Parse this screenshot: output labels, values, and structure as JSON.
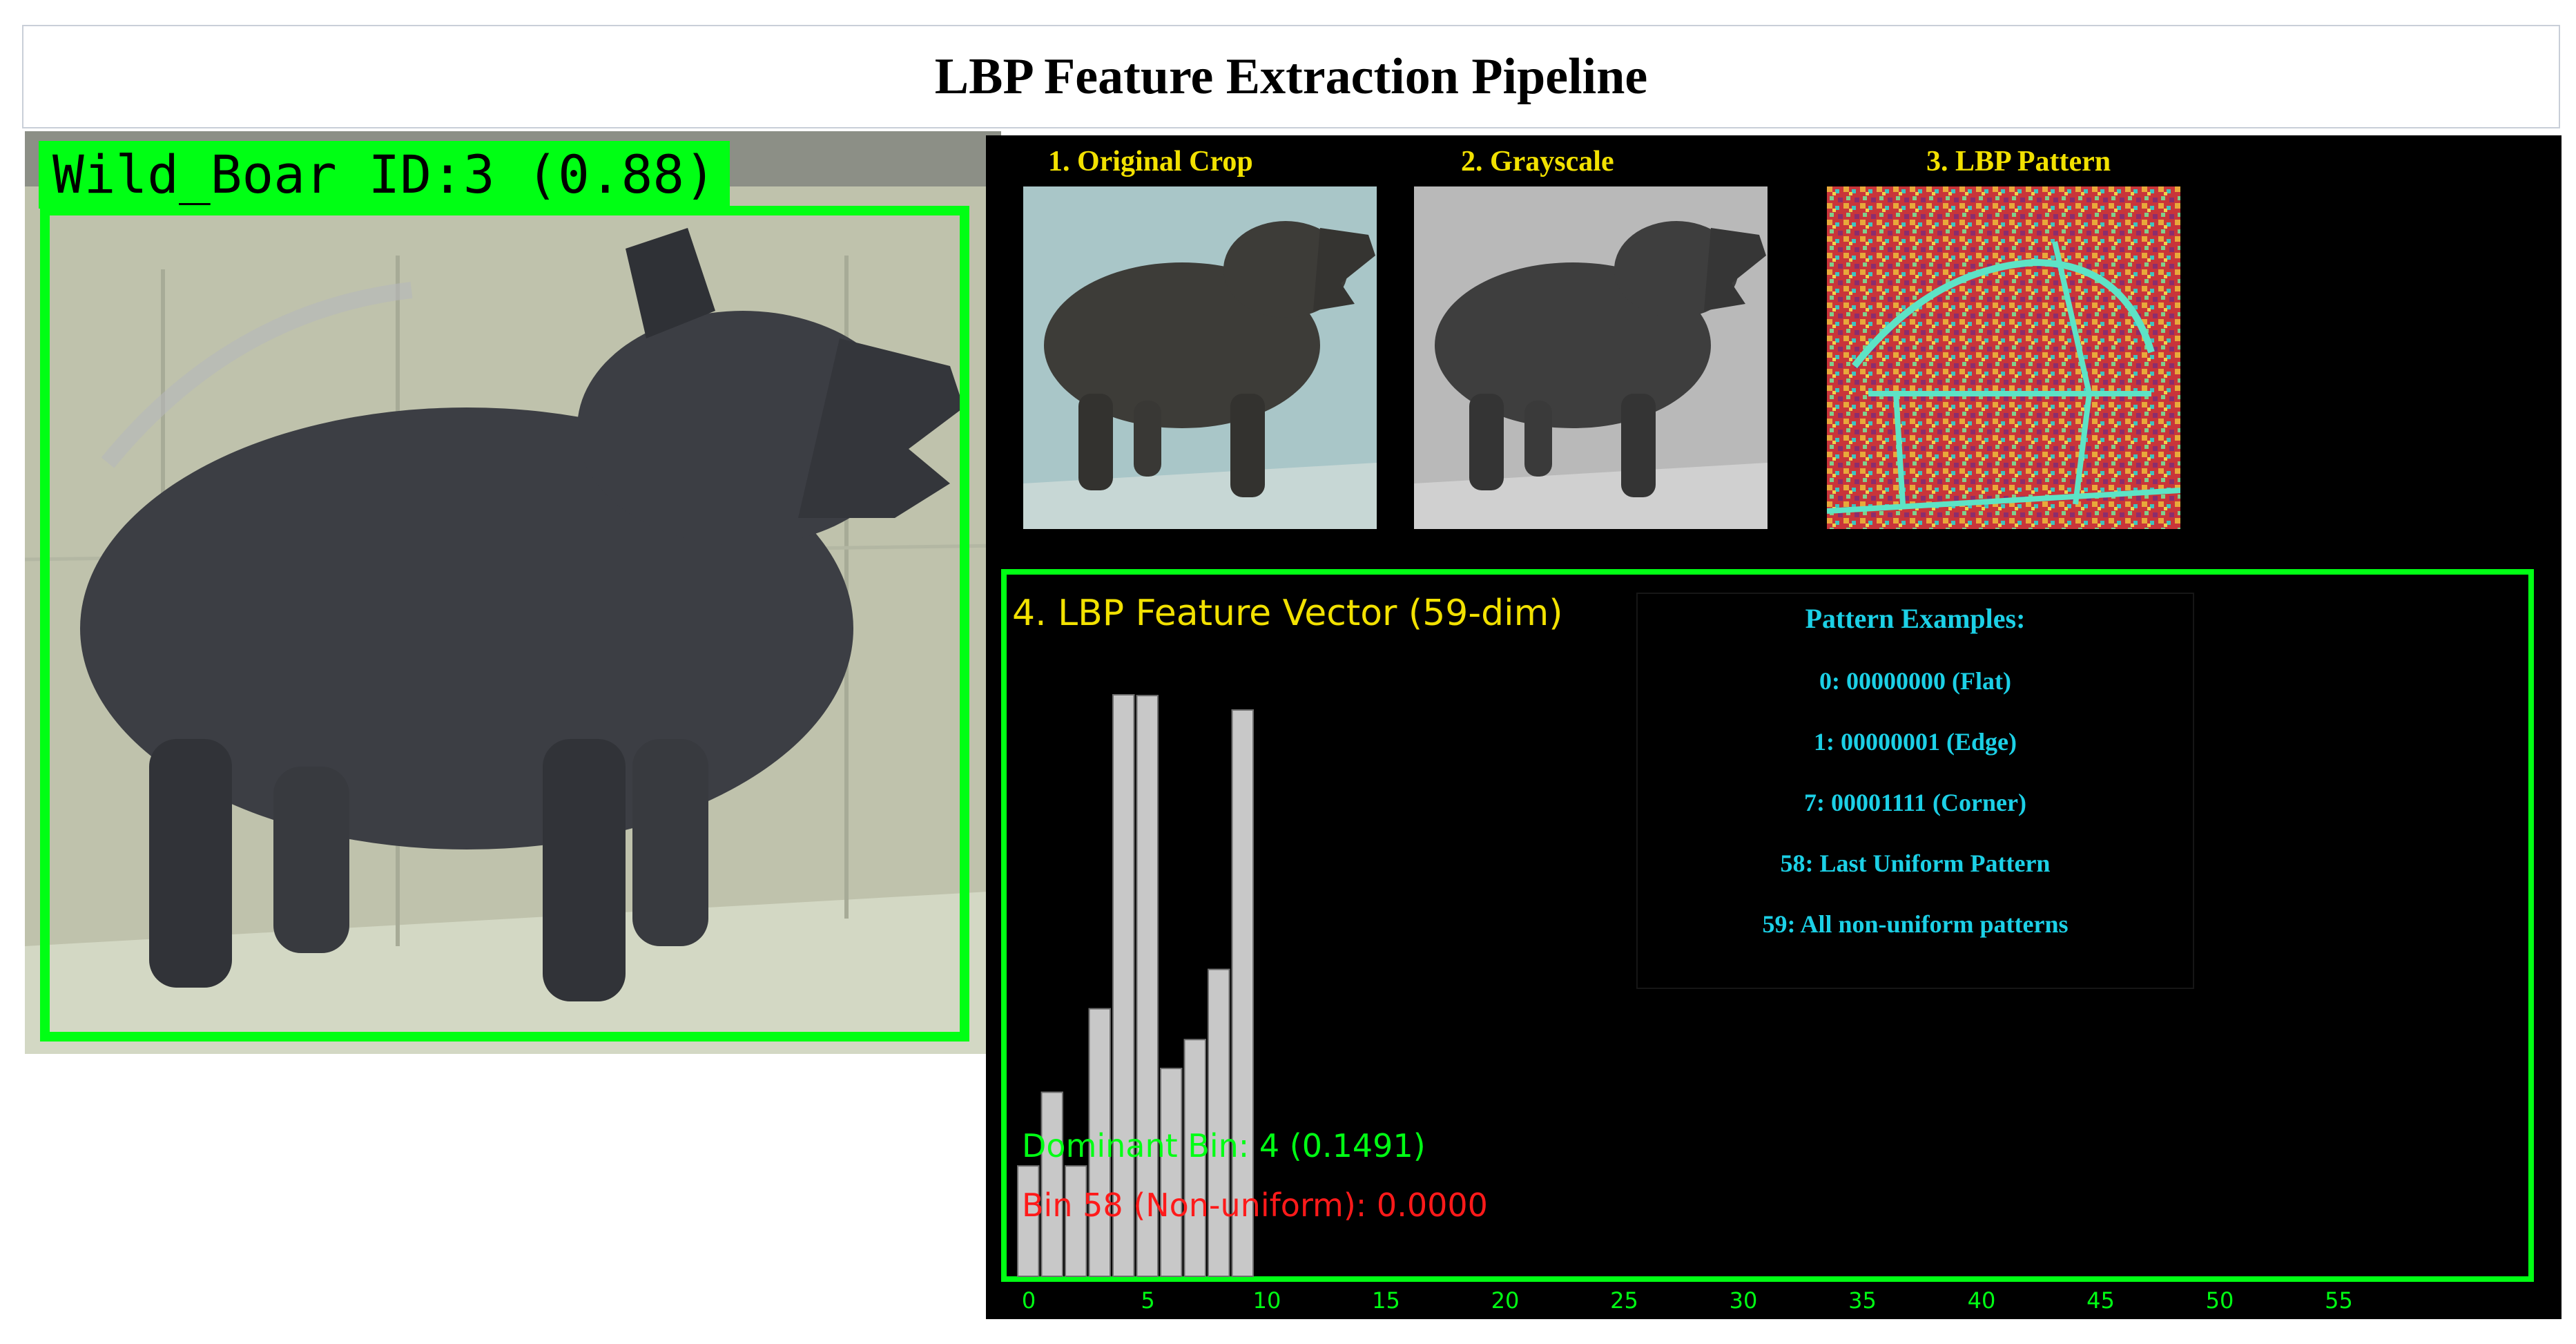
{
  "page": {
    "title": "LBP Feature Extraction Pipeline"
  },
  "detection": {
    "label": "Wild_Boar ID:3 (0.88)",
    "box_color": "#00ff14",
    "image_icon": "boar-photo"
  },
  "steps": [
    {
      "label": "1. Original Crop",
      "image_icon": "boar-crop-color"
    },
    {
      "label": "2. Grayscale",
      "image_icon": "boar-crop-grayscale"
    },
    {
      "label": "3.  LBP Pattern",
      "image_icon": "lbp-pattern-map"
    }
  ],
  "feature_vector": {
    "title": "4. LBP Feature Vector (59-dim)",
    "dominant_text": "Dominant Bin: 4 (0.1491)",
    "bin58_text": "Bin 58 (Non-uniform): 0.0000",
    "examples": {
      "title": "Pattern Examples:",
      "items": [
        "0: 00000000 (Flat)",
        "1: 00000001 (Edge)",
        "7: 00001111 (Corner)",
        "58: Last Uniform Pattern",
        "59: All non-uniform patterns"
      ]
    }
  },
  "chart_data": {
    "type": "bar",
    "x": [
      0,
      1,
      2,
      3,
      4,
      5,
      6,
      7,
      8,
      9,
      10,
      11,
      12,
      13,
      14,
      15,
      16,
      17,
      18,
      19,
      20,
      21,
      22,
      23,
      24,
      25,
      26,
      27,
      28,
      29,
      30,
      31,
      32,
      33,
      34,
      35,
      36,
      37,
      38,
      39,
      40,
      41,
      42,
      43,
      44,
      45,
      46,
      47,
      48,
      49,
      50,
      51,
      52,
      53,
      54,
      55,
      56,
      57,
      58
    ],
    "values": [
      0.0283,
      0.0472,
      0.0283,
      0.0686,
      0.1491,
      0.1489,
      0.0533,
      0.0607,
      0.0787,
      0.1452,
      0,
      0,
      0,
      0,
      0,
      0,
      0,
      0,
      0,
      0,
      0,
      0,
      0,
      0,
      0,
      0,
      0,
      0,
      0,
      0,
      0,
      0,
      0,
      0,
      0,
      0,
      0,
      0,
      0,
      0,
      0,
      0,
      0,
      0,
      0,
      0,
      0,
      0,
      0,
      0,
      0,
      0,
      0,
      0,
      0,
      0,
      0,
      0,
      0
    ],
    "x_ticks": [
      "0",
      "5",
      "10",
      "15",
      "20",
      "25",
      "30",
      "35",
      "40",
      "45",
      "50",
      "55"
    ],
    "bar_color": "#c8c8c8",
    "tick_color": "#00ff14"
  }
}
